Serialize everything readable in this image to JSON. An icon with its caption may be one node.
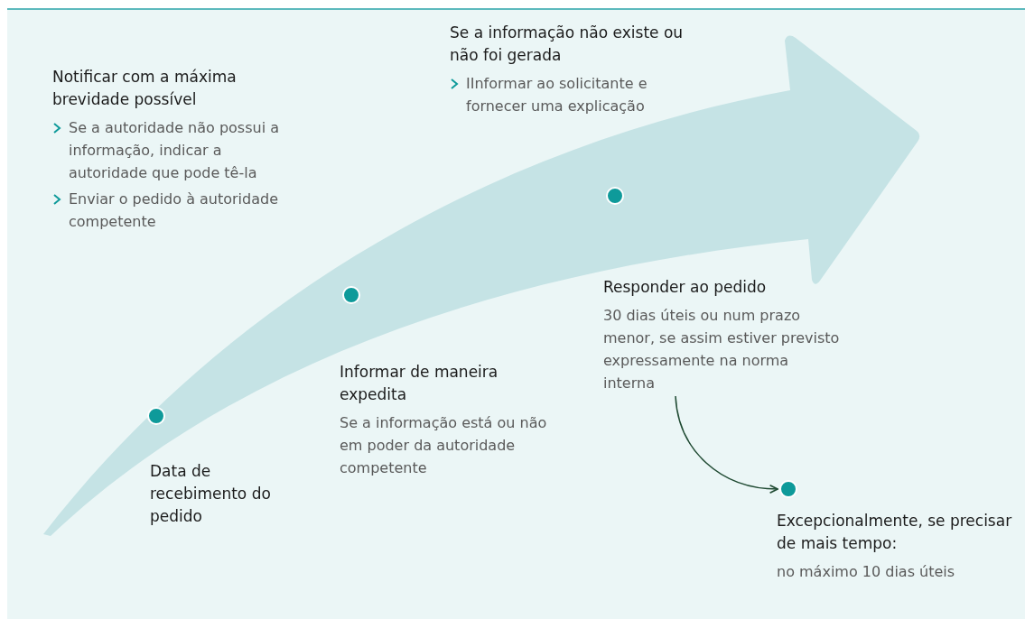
{
  "diagram": {
    "nodes": [
      {
        "text": [
          "Notificar com a máxima brevidade possível",
          "Se a autoridade não possui a informação, indicar a autoridade que pode tê-la",
          "Enviar o pedido à autoridade competente"
        ]
      },
      {
        "text": [
          "Se a informação não existe ou não foi gerada",
          "IInformar ao solicitante e fornecer uma explicação"
        ]
      },
      {
        "text": [],
        "shape": "circle"
      },
      {
        "text": [],
        "shape": "circle"
      },
      {
        "text": [],
        "shape": "circle"
      },
      {
        "text": [
          "Responder ao pedido",
          "30 dias úteis ou num prazo menor, se assim estiver previsto expressamente na norma interna"
        ]
      },
      {
        "text": [
          "Informar de maneira expedita",
          "Se a informação está ou não em poder da autoridade competente"
        ]
      },
      {
        "text": [
          "Data de recebimento do pedido"
        ]
      },
      {
        "text": [],
        "shape": "circle"
      },
      {
        "text": [
          "Excepcionalmente, se precisar de mais tempo:",
          "no máximo 10 dias úteis"
        ]
      }
    ],
    "edges": [
      {
        "from": 5,
        "to": 8,
        "arrow": "to",
        "color": "#1f4a32"
      }
    ]
  }
}
